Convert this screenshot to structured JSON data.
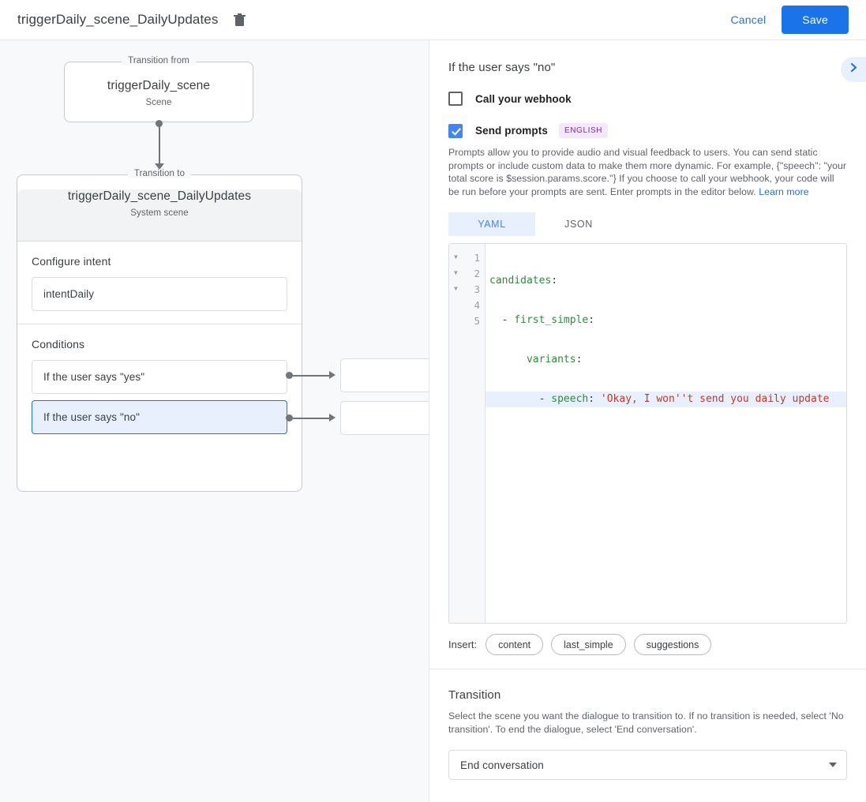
{
  "topbar": {
    "title": "triggerDaily_scene_DailyUpdates",
    "delete_icon": "trash-icon",
    "cancel_label": "Cancel",
    "save_label": "Save"
  },
  "canvas": {
    "from": {
      "legend": "Transition from",
      "name": "triggerDaily_scene",
      "subtitle": "Scene"
    },
    "to": {
      "legend": "Transition to",
      "name": "triggerDaily_scene_DailyUpdates",
      "subtitle": "System scene"
    },
    "intent": {
      "label": "Configure intent",
      "value": "intentDaily"
    },
    "conditions": {
      "label": "Conditions",
      "items": [
        {
          "text": "If the user says \"yes\"",
          "selected": false
        },
        {
          "text": "If the user says \"no\"",
          "selected": true
        }
      ]
    }
  },
  "panel": {
    "title": "If the user says \"no\"",
    "collapse_icon": "chevron-right-icon",
    "webhook": {
      "label": "Call your webhook",
      "checked": false
    },
    "prompts": {
      "label": "Send prompts",
      "checked": true,
      "lang_badge": "ENGLISH",
      "description": "Prompts allow you to provide audio and visual feedback to users. You can send static prompts or include custom data to make them more dynamic. For example, {\"speech\": \"your total score is $session.params.score.\"} If you choose to call your webhook, your code will be run before your prompts are sent. Enter prompts in the editor below. ",
      "learn_more": "Learn more"
    },
    "editor": {
      "tabs": [
        {
          "label": "YAML",
          "active": true
        },
        {
          "label": "JSON",
          "active": false
        }
      ],
      "line_numbers": [
        "1",
        "2",
        "3",
        "4",
        "5"
      ],
      "fold_markers": [
        true,
        true,
        true,
        false,
        false
      ],
      "highlighted_line": 4,
      "lines": [
        {
          "indent": "",
          "key": "candidates",
          "colon": ":",
          "value": ""
        },
        {
          "indent": "  - ",
          "key": "first_simple",
          "colon": ":",
          "value": ""
        },
        {
          "indent": "      ",
          "key": "variants",
          "colon": ":",
          "value": ""
        },
        {
          "indent": "        - ",
          "key": "speech",
          "colon": ": ",
          "value": "'Okay, I won''t send you daily update"
        },
        {
          "indent": "",
          "key": "",
          "colon": "",
          "value": ""
        }
      ]
    },
    "insert": {
      "label": "Insert:",
      "chips": [
        "content",
        "last_simple",
        "suggestions"
      ]
    },
    "transition": {
      "title": "Transition",
      "description": "Select the scene you want the dialogue to transition to. If no transition is needed, select 'No transition'. To end the dialogue, select 'End conversation'.",
      "selected": "End conversation"
    }
  },
  "colors": {
    "accent": "#1a73e8",
    "selected_bg": "#e8f0fe",
    "canvas_bg": "#f8f9fa",
    "badge_bg": "#f3e8fd",
    "badge_fg": "#7b26c9"
  }
}
